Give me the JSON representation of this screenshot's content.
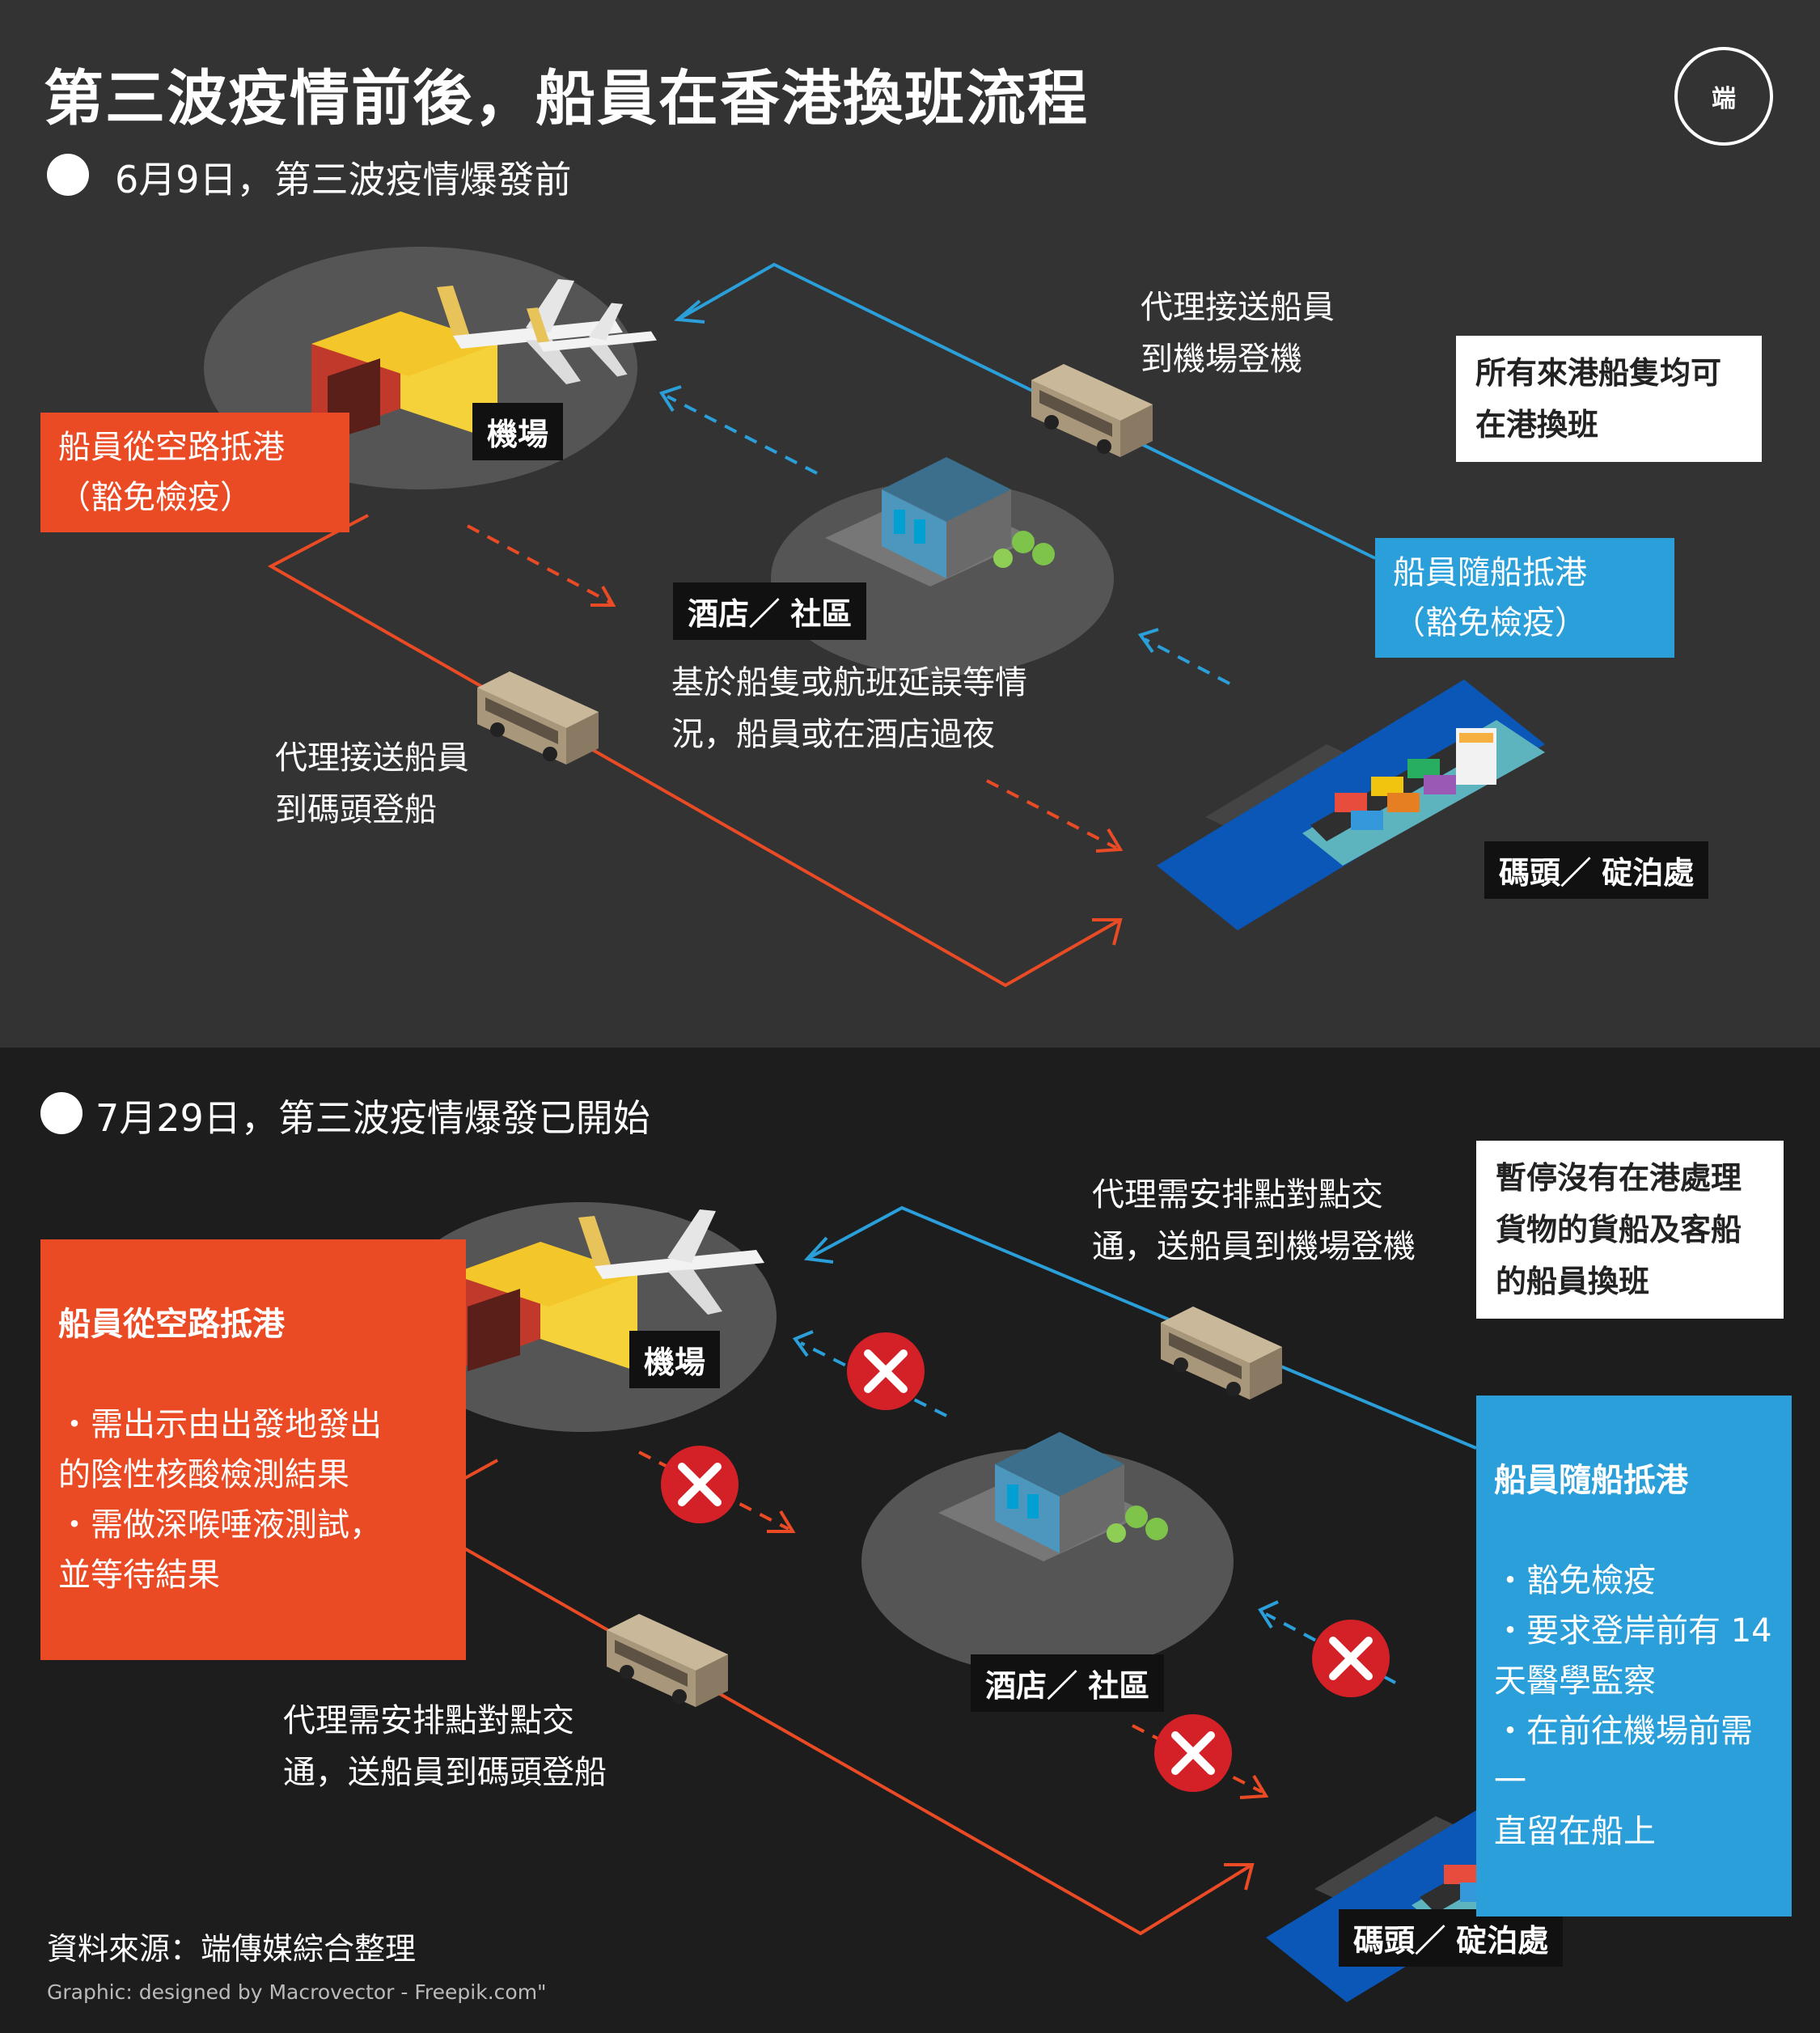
{
  "title": "第三波疫情前後，船員在香港換班流程",
  "logo_text": "端",
  "top": {
    "section": "6月9日，第三波疫情爆發前",
    "airport_label": "機場",
    "hotel_label": "酒店／ 社區",
    "port_label": "碼頭／ 碇泊處",
    "crew_air": "船員從空路抵港\n（豁免檢疫）",
    "crew_ship": "船員隨船抵港\n（豁免檢疫）",
    "agent_to_airport": "代理接送船員\n到機場登機",
    "agent_to_pier": "代理接送船員\n到碼頭登船",
    "hotel_note": "基於船隻或航班延誤等情\n況，船員或在酒店過夜",
    "notice": "所有來港船隻均可\n在港換班"
  },
  "bottom": {
    "section": "7月29日，第三波疫情爆發已開始",
    "airport_label": "機場",
    "hotel_label": "酒店／ 社區",
    "port_label": "碼頭／ 碇泊處",
    "crew_air_title": "船員從空路抵港",
    "crew_air_body": "・需出示由出發地發出\n的陰性核酸檢測結果\n・需做深喉唾液測試，\n並等待結果",
    "crew_ship_title": "船員隨船抵港",
    "crew_ship_body": "・豁免檢疫\n・要求登岸前有 14\n天醫學監察\n・在前往機場前需一\n直留在船上",
    "agent_to_airport": "代理需安排點對點交\n通，送船員到機場登機",
    "agent_to_pier": "代理需安排點對點交\n通，送船員到碼頭登船",
    "notice": "暫停沒有在港處理\n貨物的貨船及客船\n的船員換班"
  },
  "footer": {
    "source": "資料來源：端傳媒綜合整理",
    "credit": "Graphic: designed by Macrovector - Freepik.com\""
  },
  "colors": {
    "orange": "#ea4b25",
    "blue": "#2a9fd9",
    "red_x": "#d42027"
  }
}
